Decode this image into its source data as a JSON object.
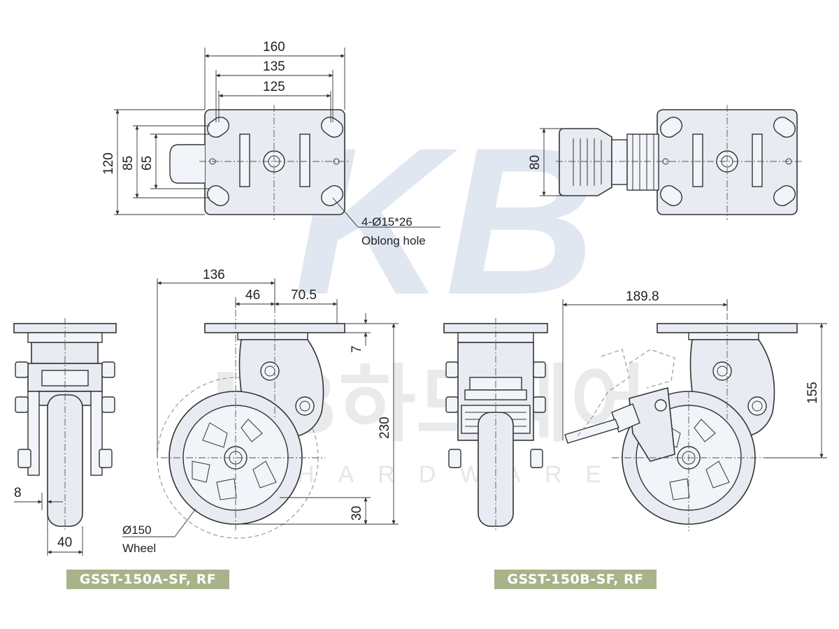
{
  "dimensions": {
    "top_view": {
      "w160": "160",
      "w135": "135",
      "w125": "125",
      "h120": "120",
      "h85": "85",
      "h65": "65"
    },
    "top_view_brake": {
      "h80": "80"
    },
    "side_view_a": {
      "d136": "136",
      "d46": "46",
      "d70_5": "70.5",
      "d7": "7",
      "d230": "230",
      "d30": "30"
    },
    "front_view": {
      "d8": "8",
      "d40": "40"
    },
    "side_view_b": {
      "d189_8": "189.8",
      "d155": "155"
    }
  },
  "notes": {
    "hole_spec": "4-Ø15*26",
    "hole_type": "Oblong hole",
    "wheel_dia": "Ø150",
    "wheel_label": "Wheel"
  },
  "watermark": {
    "logo": "KB",
    "korean": "KB하드웨어",
    "english": "HARDWARE"
  },
  "models": {
    "a": "GSST-150A-SF, RF",
    "b": "GSST-150B-SF, RF"
  },
  "colors": {
    "label_bg": "#a8b38a",
    "part_fill": "#e8ecf2",
    "watermark_blue": "#c9d5e6"
  }
}
